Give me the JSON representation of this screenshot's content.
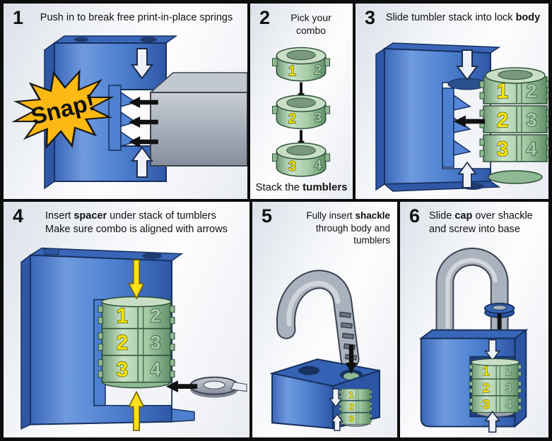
{
  "colors": {
    "blue_body": "#4d80d0",
    "green_tumbler": "#a5cba5",
    "digit_yellow": "#f7e500",
    "burst_yellow": "#fdb913",
    "shackle_gray": "#aab2bd",
    "arrow_black": "#111111",
    "arrow_yellow": "#ffe01a"
  },
  "panels": [
    {
      "number": "1",
      "title": "Push in to break free print-in-place springs",
      "burst": "Snap!"
    },
    {
      "number": "2",
      "title": "Pick your combo",
      "caption": {
        "pre": "Stack the ",
        "bold": "tumblers"
      }
    },
    {
      "number": "3",
      "title": {
        "pre": "Slide tumbler stack into lock ",
        "bold": "body",
        "post": ""
      }
    },
    {
      "number": "4",
      "line1": {
        "pre": "Insert ",
        "bold": "spacer",
        "post": " under stack of tumblers"
      },
      "line2": "Make sure combo is aligned with arrows"
    },
    {
      "number": "5",
      "title": {
        "pre": "Fully insert ",
        "bold": "shackle",
        "post": " through body and tumblers"
      }
    },
    {
      "number": "6",
      "title": {
        "pre": "Slide ",
        "bold": "cap",
        "post": " over shackle and screw into base"
      }
    }
  ],
  "tumblers": {
    "rows": [
      {
        "main": "1",
        "next": "2"
      },
      {
        "main": "2",
        "next": "3"
      },
      {
        "main": "3",
        "next": "4"
      }
    ]
  }
}
